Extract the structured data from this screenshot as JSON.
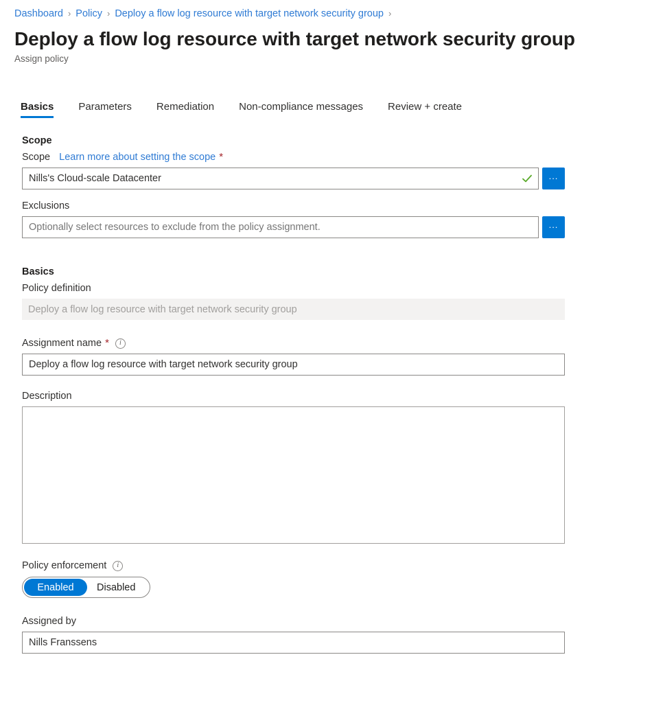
{
  "breadcrumb": {
    "items": [
      {
        "label": "Dashboard"
      },
      {
        "label": "Policy"
      },
      {
        "label": "Deploy a flow log resource with target network security group"
      }
    ],
    "separator": "›",
    "trailing_separator": "›"
  },
  "header": {
    "title": "Deploy a flow log resource with target network security group",
    "subtitle": "Assign policy"
  },
  "tabs": [
    {
      "label": "Basics",
      "active": true
    },
    {
      "label": "Parameters",
      "active": false
    },
    {
      "label": "Remediation",
      "active": false
    },
    {
      "label": "Non-compliance messages",
      "active": false
    },
    {
      "label": "Review + create",
      "active": false
    }
  ],
  "scope_section": {
    "heading": "Scope",
    "scope_label": "Scope",
    "scope_link": "Learn more about setting the scope",
    "required_marker": "*",
    "scope_value": "Nills's Cloud-scale Datacenter",
    "scope_valid_icon": "checkmark-icon",
    "browse_button_label": "...",
    "exclusions_label": "Exclusions",
    "exclusions_value": "",
    "exclusions_placeholder": "Optionally select resources to exclude from the policy assignment."
  },
  "basics_section": {
    "heading": "Basics",
    "policy_definition_label": "Policy definition",
    "policy_definition_value": "Deploy a flow log resource with target network security group",
    "assignment_name_label": "Assignment name",
    "assignment_name_required": "*",
    "assignment_name_info_icon": "info-icon",
    "assignment_name_value": "Deploy a flow log resource with target network security group",
    "description_label": "Description",
    "description_value": "",
    "policy_enforcement_label": "Policy enforcement",
    "policy_enforcement_info_icon": "info-icon",
    "policy_enforcement_options": [
      {
        "label": "Enabled",
        "selected": true
      },
      {
        "label": "Disabled",
        "selected": false
      }
    ],
    "assigned_by_label": "Assigned by",
    "assigned_by_value": "Nills Franssens"
  },
  "colors": {
    "accent": "#0078d4",
    "link": "#2f7bd4",
    "required": "#a4262c",
    "valid": "#5aaa2a",
    "disabled_bg": "#f3f2f1",
    "text": "#323130"
  }
}
